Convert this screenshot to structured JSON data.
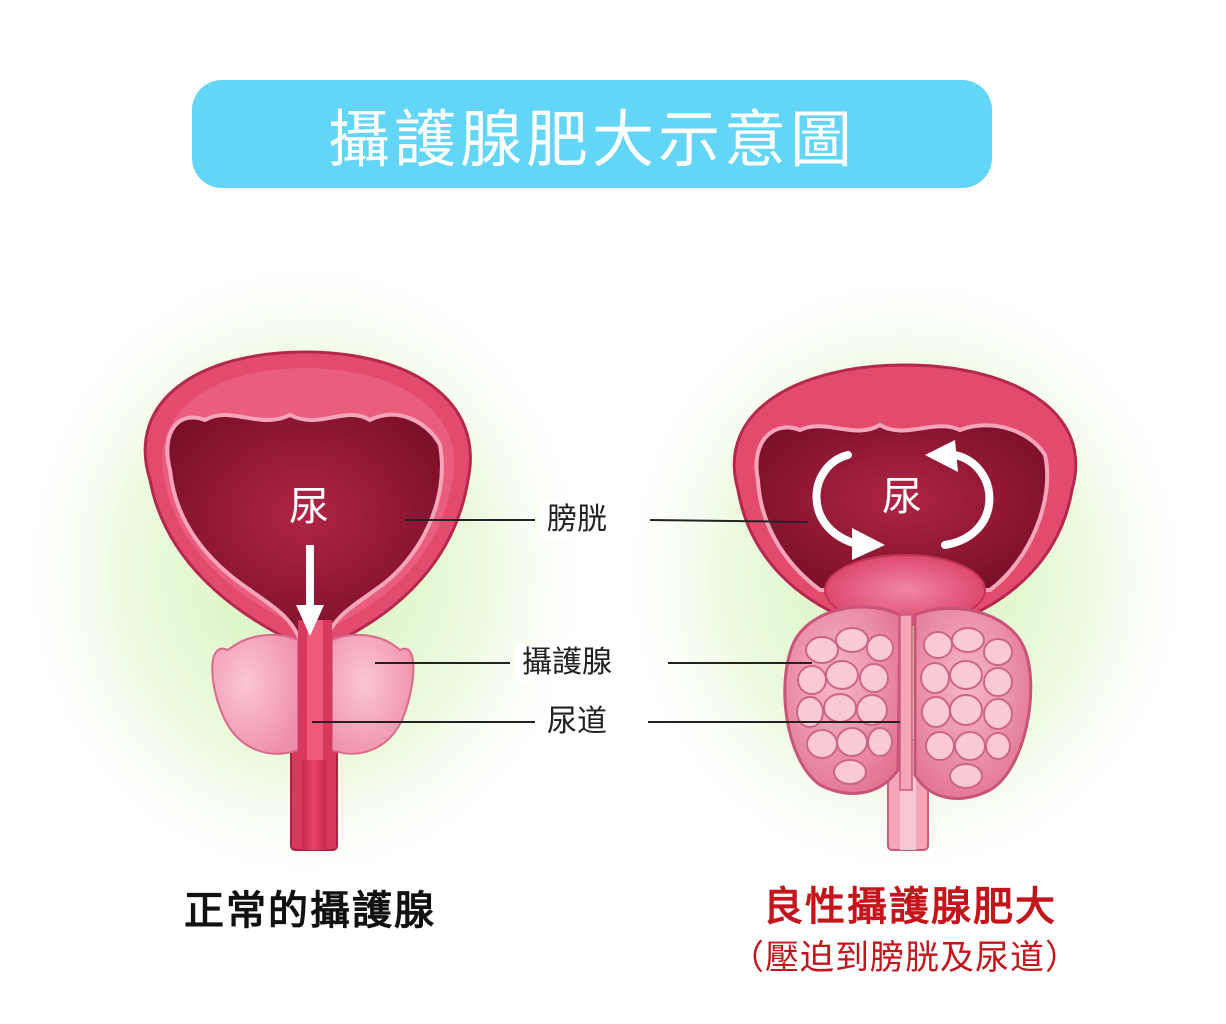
{
  "title": "攝護腺肥大示意圖",
  "labels": {
    "bladder": "膀胱",
    "prostate": "攝護腺",
    "urethra": "尿道"
  },
  "urine_label": "尿",
  "left_caption": "正常的攝護腺",
  "right_caption": "良性攝護腺肥大",
  "right_caption_sub": "（壓迫到膀胱及尿道）",
  "colors": {
    "title_bg": "#63d5f6",
    "bladder_outer": "#e24b6e",
    "bladder_inner": "#8e1430",
    "prostate_normal": "#f7a9bf",
    "prostate_enlarged": "#f2a0b8",
    "glow": "#d8f5c0",
    "caption_red": "#c3151b"
  }
}
